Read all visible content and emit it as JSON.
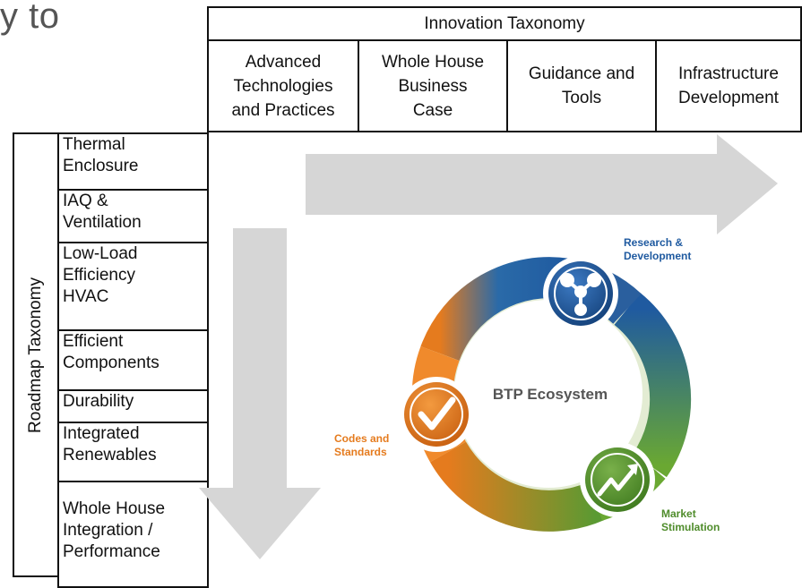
{
  "title_fragment": "y to",
  "innovation": {
    "header": "Innovation Taxonomy",
    "columns": [
      "Advanced\nTechnologies\nand Practices",
      "Whole House\nBusiness\nCase",
      "Guidance and\nTools",
      "Infrastructure\nDevelopment"
    ]
  },
  "roadmap": {
    "header": "Roadmap Taxonomy",
    "rows": [
      "Thermal\nEnclosure",
      " IAQ &\nVentilation",
      " Low-Load\nEfficiency\nHVAC",
      " Efficient\nComponents",
      " Durability",
      " Integrated\nRenewables",
      " Whole House\nIntegration /\nPerformance"
    ]
  },
  "ecosystem": {
    "center": "BTP Ecosystem",
    "nodes": [
      {
        "label_line1": "Research &",
        "label_line2": "Development",
        "icon": "molecule-icon",
        "color": "#1f5aa0"
      },
      {
        "label_line1": "Market",
        "label_line2": "Stimulation",
        "icon": "trend-up-icon",
        "color": "#4f8c2b"
      },
      {
        "label_line1": "Codes and",
        "label_line2": "Standards",
        "icon": "checkmark-icon",
        "color": "#e57b1e"
      }
    ]
  },
  "colors": {
    "arrow": "#d6d6d6",
    "blue": "#1f5aa0",
    "green": "#5a9a32",
    "orange": "#e57b1e",
    "border": "#111111"
  }
}
